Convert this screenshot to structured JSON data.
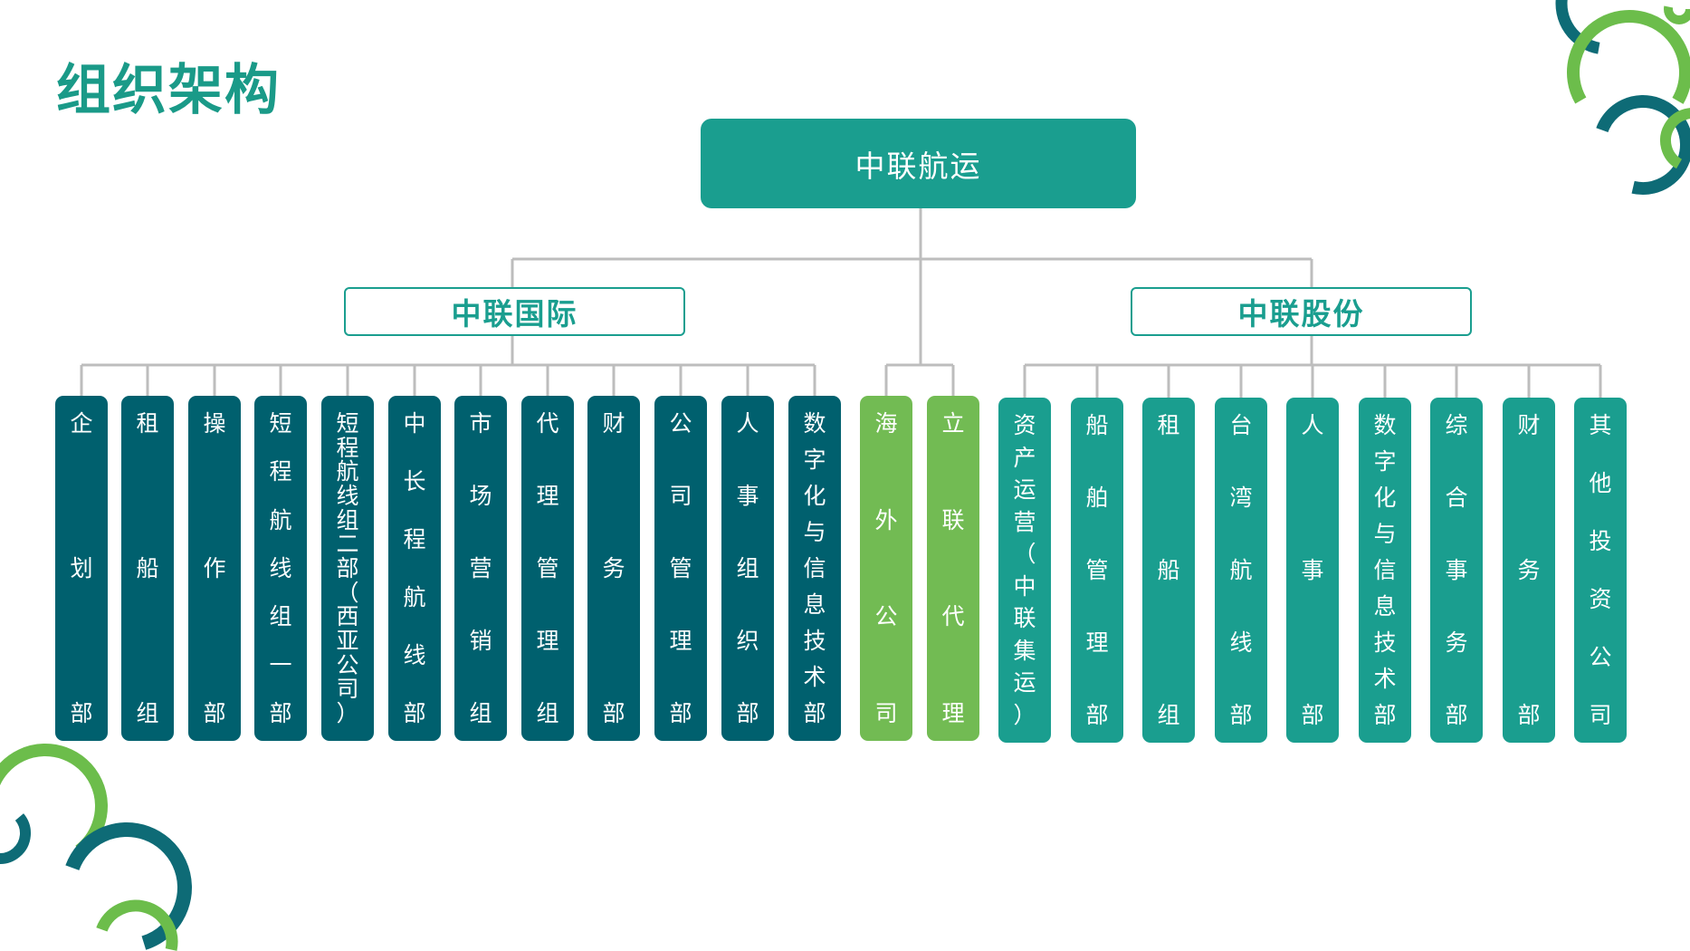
{
  "title": "组织架构",
  "colors": {
    "title": "#1a9a88",
    "root": "#1a9e8f",
    "line": "#bdbdbd",
    "intl": "#00606e",
    "overseas": "#72bb53",
    "shares": "#1a9e8f",
    "deco_green": "#6cbd4b",
    "deco_dark": "#0e6b76"
  },
  "root": {
    "label": "中联航运"
  },
  "branches": [
    {
      "label": "中联国际",
      "departments": [
        "企划部",
        "租船组",
        "操作部",
        "短程航线组一部",
        "短程航线组二部（西亚公司）",
        "中长程航线部",
        "市场营销组",
        "代理管理组",
        "财务部",
        "公司管理部",
        "人事组织部",
        "数字化与信息技术部"
      ]
    },
    {
      "label": "中联股份",
      "departments": [
        "资产运营（中联集运）",
        "船舶管理部",
        "租船组",
        "台湾航线部",
        "人事部",
        "数字化与信息技术部",
        "综合事务部",
        "财务部",
        "其他投资公司"
      ]
    }
  ],
  "direct_units": [
    "海外公司",
    "立联代理"
  ]
}
